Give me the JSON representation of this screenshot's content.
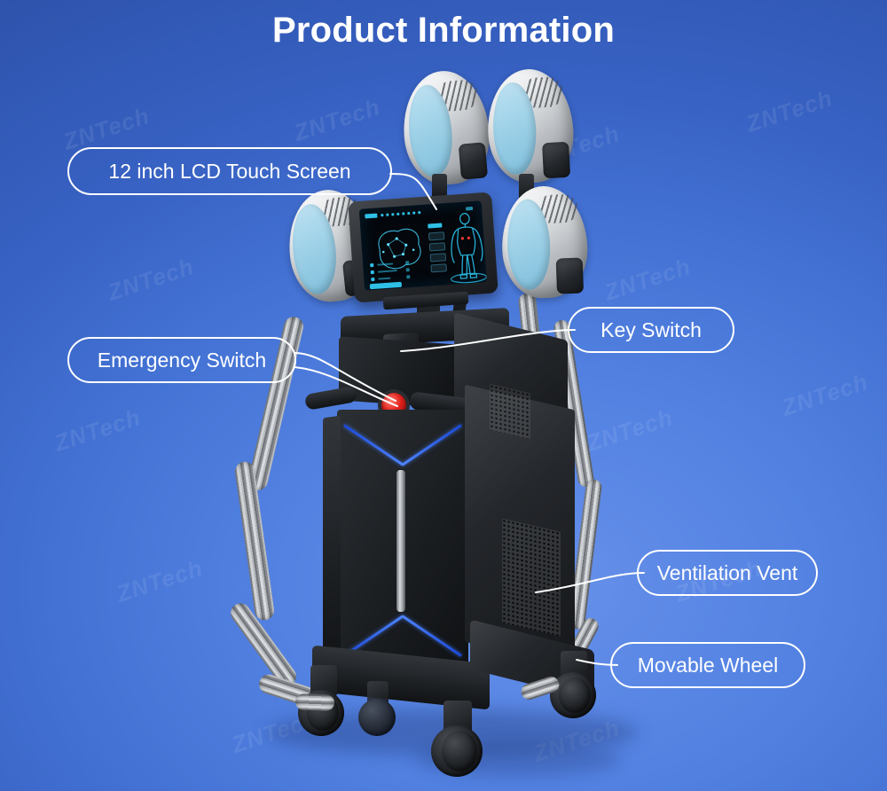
{
  "page": {
    "title": "Product Information",
    "background_color_top": "#2c50a8",
    "background_color_bottom": "#5382e2",
    "watermark_text": "ZNTech"
  },
  "callouts": [
    {
      "id": "lcd-touch-screen",
      "label": "12 inch LCD Touch Screen"
    },
    {
      "id": "emergency-switch",
      "label": "Emergency Switch"
    },
    {
      "id": "key-switch",
      "label": "Key Switch"
    },
    {
      "id": "ventilation-vent",
      "label": "Ventilation Vent"
    },
    {
      "id": "movable-wheel",
      "label": "Movable Wheel"
    }
  ],
  "product": {
    "name": "EMS body sculpting machine",
    "accent_color": "#3f7bff",
    "body_color": "#1b1e21",
    "handle_blue": "#9fd2e8",
    "emergency_button_color": "#e0211c",
    "handles_count": 4,
    "wheels_count": 4
  },
  "screen_ui": {
    "body_label": "",
    "menu": [
      "",
      "",
      "",
      ""
    ],
    "legend": [
      "",
      "",
      ""
    ],
    "action": ""
  },
  "icons": {
    "emergency": "emergency-stop-icon",
    "key": "key-lock-icon",
    "vent": "ventilation-grille-icon",
    "wheel": "castor-wheel-icon",
    "screen": "lcd-screen-icon"
  }
}
